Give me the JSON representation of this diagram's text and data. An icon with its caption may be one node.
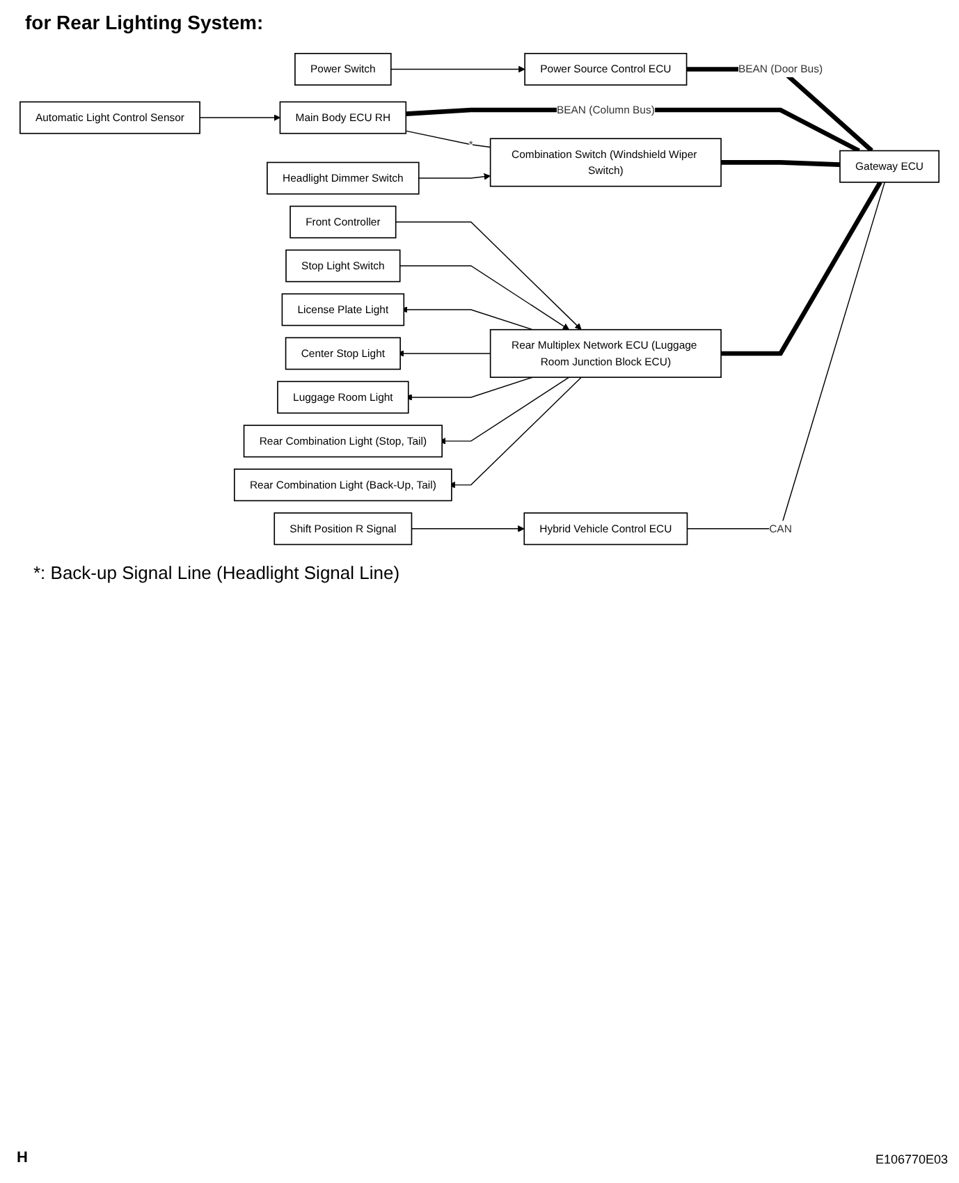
{
  "diagram": {
    "title": "for Rear Lighting System:",
    "nodes": [
      {
        "text": [
          "Power Switch"
        ]
      },
      {
        "text": [
          "Power Source Control ECU"
        ]
      },
      {
        "text": [
          "Automatic Light Control Sensor"
        ]
      },
      {
        "text": [
          "Main Body ECU RH"
        ]
      },
      {
        "text": [
          "Headlight Dimmer Switch"
        ]
      },
      {
        "text": [
          "Combination Switch (Windshield Wiper Switch)"
        ]
      },
      {
        "text": [
          "Front Controller"
        ]
      },
      {
        "text": [
          "Stop Light Switch"
        ]
      },
      {
        "text": [
          "Rear Multiplex Network ECU (Luggage Room Junction Block ECU)"
        ]
      },
      {
        "text": [
          "License Plate Light"
        ]
      },
      {
        "text": [
          "Center Stop Light"
        ]
      },
      {
        "text": [
          "Luggage Room Light"
        ]
      },
      {
        "text": [
          "Rear Combination Light (Stop, Tail)"
        ]
      },
      {
        "text": [
          "Rear Combination Light (Back-Up, Tail)"
        ]
      },
      {
        "text": [
          "Gateway ECU"
        ]
      },
      {
        "text": [
          "Shift Position R Signal"
        ]
      },
      {
        "text": [
          "Hybrid Vehicle Control ECU"
        ]
      }
    ],
    "edges": [
      {
        "from": 0,
        "to": 1,
        "arrow": "to"
      },
      {
        "from": 1,
        "to": 14,
        "arrow": "none",
        "style": "thick",
        "label": "BEAN (Door Bus)"
      },
      {
        "from": 2,
        "to": 3,
        "arrow": "to"
      },
      {
        "from": 3,
        "to": 14,
        "arrow": "none",
        "style": "thick",
        "label": "BEAN (Column Bus)"
      },
      {
        "from": 3,
        "to": 5,
        "arrow": "none",
        "label": "*"
      },
      {
        "from": 4,
        "to": 5,
        "arrow": "to"
      },
      {
        "from": 5,
        "to": 14,
        "arrow": "none",
        "style": "thick"
      },
      {
        "from": 6,
        "to": 8,
        "arrow": "to"
      },
      {
        "from": 7,
        "to": 8,
        "arrow": "to"
      },
      {
        "from": 8,
        "to": 14,
        "arrow": "none",
        "style": "thick"
      },
      {
        "from": 8,
        "to": 9,
        "arrow": "to"
      },
      {
        "from": 8,
        "to": 10,
        "arrow": "to"
      },
      {
        "from": 8,
        "to": 11,
        "arrow": "to"
      },
      {
        "from": 8,
        "to": 12,
        "arrow": "to"
      },
      {
        "from": 8,
        "to": 13,
        "arrow": "to"
      },
      {
        "from": 16,
        "to": 14,
        "arrow": "none",
        "label": "CAN"
      },
      {
        "from": 15,
        "to": 16,
        "arrow": "to"
      }
    ],
    "labels": [
      "*: Back-up Signal Line (Headlight Signal Line)",
      "H",
      "E106770E03"
    ]
  }
}
